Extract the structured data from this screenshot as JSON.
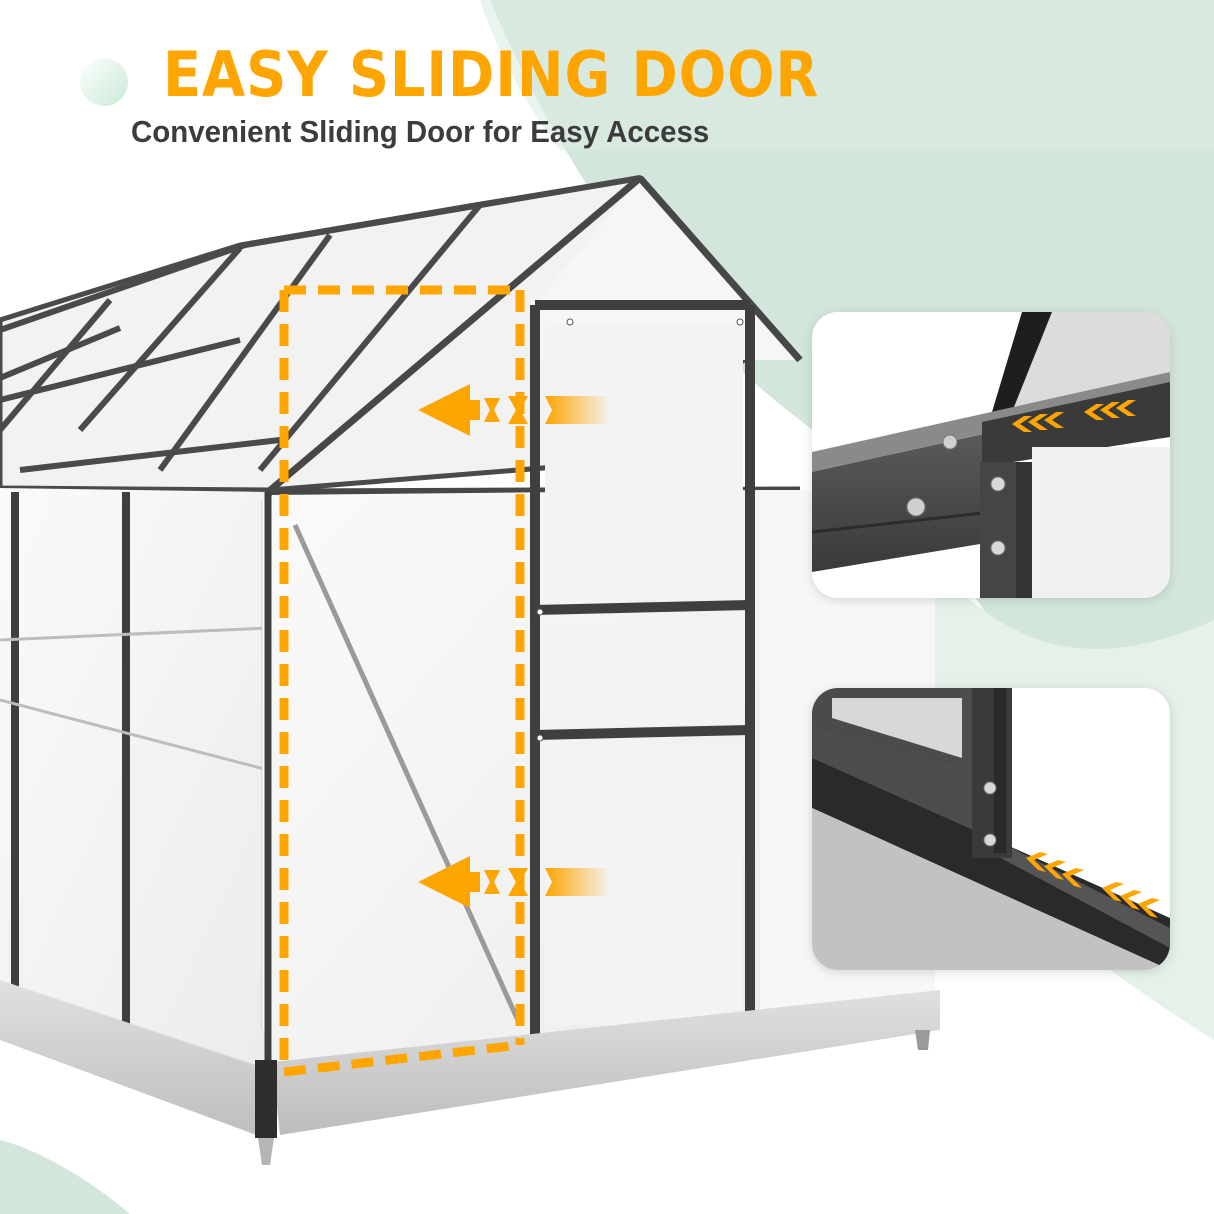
{
  "header": {
    "headline": "EASY SLIDING DOOR",
    "subheadline": "Convenient Sliding Door for Easy Access"
  },
  "colors": {
    "accent_orange": "#FFA500",
    "subhead_gray": "#3c3c3c",
    "mint_bg": "#d3e6dc",
    "mint_light": "#e5f1ea",
    "frame_dark": "#3f3f3f",
    "panel_white": "#f4f4f4",
    "base_silver": "#c9c9c9"
  },
  "product": {
    "name": "greenhouse",
    "feature": "sliding door",
    "arrows": [
      {
        "id": "upper-slide-arrow",
        "direction": "left"
      },
      {
        "id": "lower-slide-arrow",
        "direction": "left"
      }
    ],
    "insets": [
      {
        "id": "top-rail-detail",
        "label": "upper sliding track close-up",
        "arrow_direction": "left"
      },
      {
        "id": "bottom-rail-detail",
        "label": "lower sliding track close-up",
        "arrow_direction": "left"
      }
    ]
  }
}
